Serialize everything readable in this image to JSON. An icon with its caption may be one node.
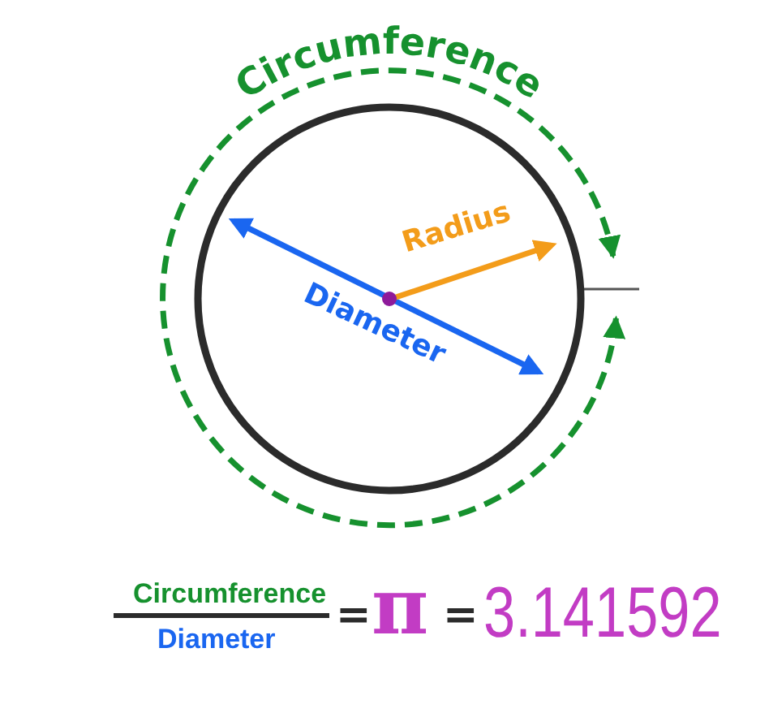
{
  "diagram": {
    "labels": [
      "Circumference",
      "Radius",
      "Diameter",
      "Circumference",
      "Diameter",
      "=",
      "π",
      "=",
      "3.141592"
    ]
  }
}
